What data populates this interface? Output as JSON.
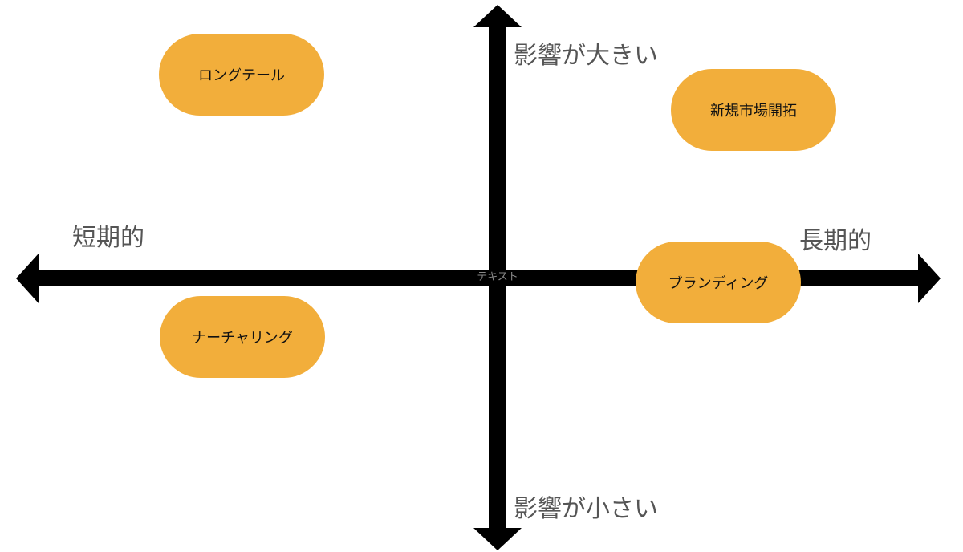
{
  "axes": {
    "x_left_label": "短期的",
    "x_right_label": "長期的",
    "y_top_label": "影響が大きい",
    "y_bottom_label": "影響が小さい"
  },
  "center_caption": "テキスト",
  "quadrant_items": [
    {
      "label": "ロングテール"
    },
    {
      "label": "新規市場開拓"
    },
    {
      "label": "ブランディング"
    },
    {
      "label": "ナーチャリング"
    }
  ],
  "colors": {
    "axis": "#000000",
    "pill_fill": "#f2ae3b",
    "label_text": "#555555"
  }
}
